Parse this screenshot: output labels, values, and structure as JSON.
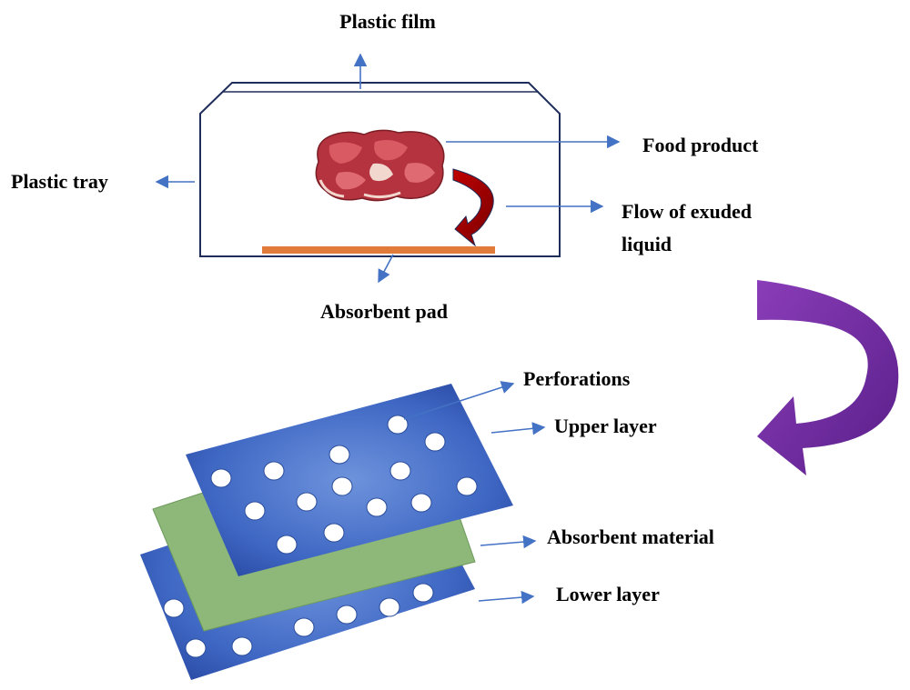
{
  "labels": {
    "plastic_film": "Plastic film",
    "food_product": "Food product",
    "plastic_tray": "Plastic tray",
    "flow_line1": "Flow of exuded",
    "flow_line2": "liquid",
    "absorbent_pad": "Absorbent pad",
    "perforations": "Perforations",
    "upper_layer": "Upper layer",
    "absorbent_material": "Absorbent material",
    "lower_layer": "Lower layer"
  },
  "colors": {
    "arrow": "#4472C4",
    "tray_outline": "#1F2D5A",
    "pad": "#E07B39",
    "layer_blue": "#3F68C4",
    "absorbent_green": "#8DB87A",
    "big_arrow_purple": "#7030A0",
    "flow_arrow_red": "#C00000",
    "meat": "#B5333E"
  }
}
